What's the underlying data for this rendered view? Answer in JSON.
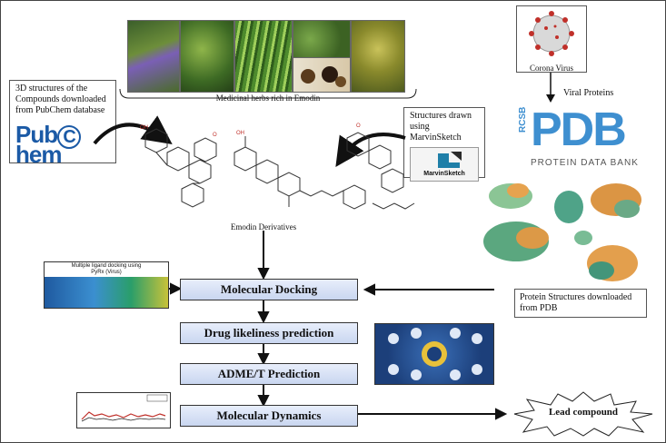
{
  "herbs_caption": "Medicinal herbs rich in Emodin",
  "pubchem_note": [
    "3D structures of the",
    "Compounds downloaded",
    "from PubChem database"
  ],
  "pubchem_logo_left": "Pub",
  "pubchem_logo_c": "C",
  "pubchem_logo_right": "hem",
  "marvin_note": [
    "Structures drawn",
    "using MarvinSketch"
  ],
  "marvin_logo_text": "MarvinSketch",
  "emodin_caption": "Emodin Derivatives",
  "virus_caption": "Corona Virus",
  "viral_proteins": "Viral Proteins",
  "pdb_rcsb": "RCSB",
  "pdb_big": "PDB",
  "pdb_sub": "PROTEIN DATA BANK",
  "protein_note": [
    "Protein Structures downloaded",
    "from PDB"
  ],
  "docking_thumb_title": [
    "Multiple ligand docking using",
    "PyRx (Virus)"
  ],
  "steps": {
    "docking": "Molecular Docking",
    "drug": "Drug likeliness prediction",
    "adme": "ADME/T Prediction",
    "md": "Molecular Dynamics"
  },
  "lead": "Lead compound",
  "colors": {
    "flow_fill": "#c9d6f0",
    "pdb_blue": "#3e8fd0",
    "pubchem_blue": "#1b5aa6",
    "virus_red": "#c0302a"
  }
}
